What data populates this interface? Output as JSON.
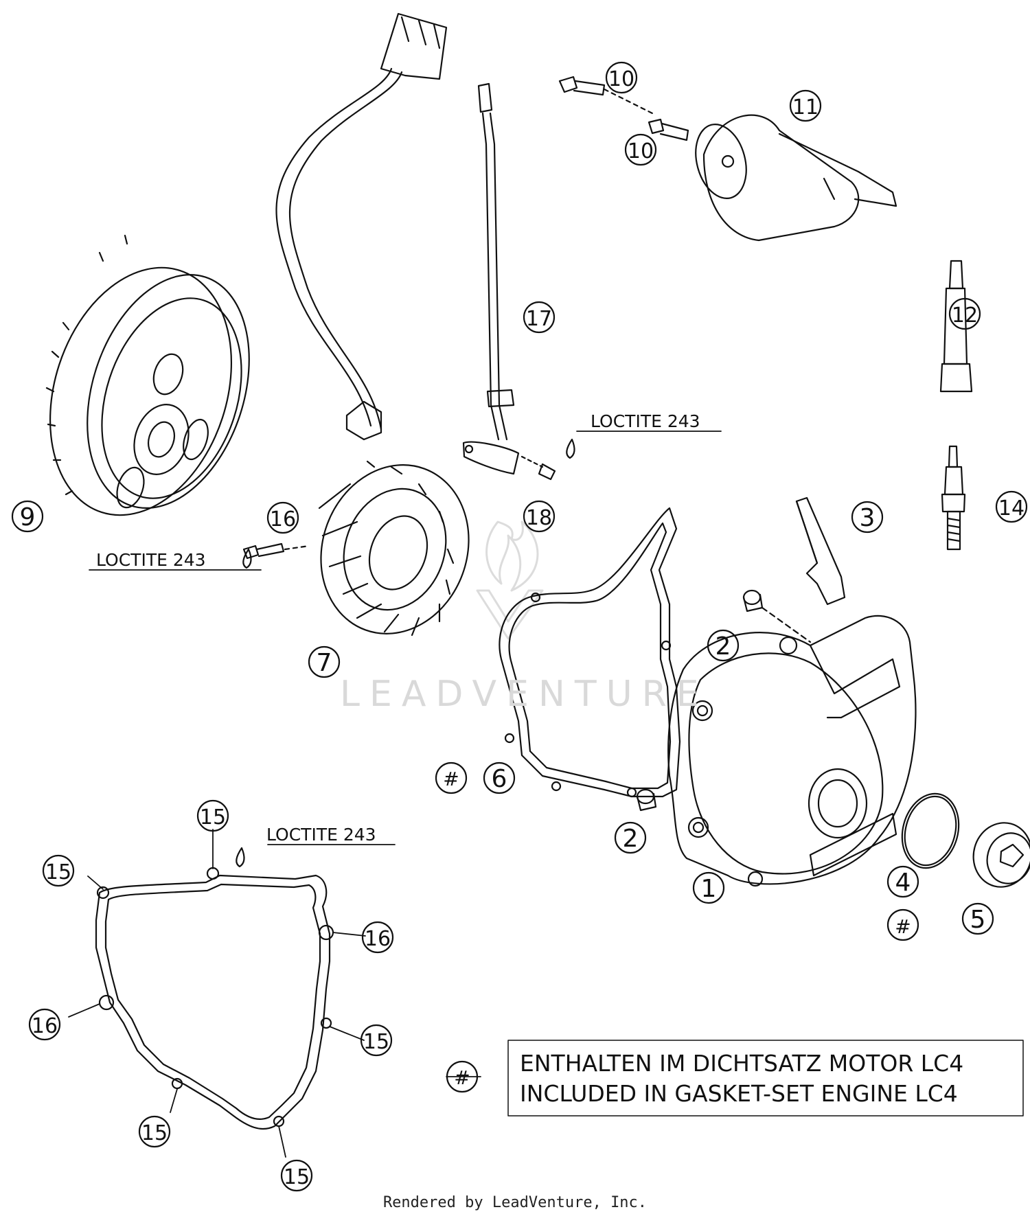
{
  "callouts": {
    "c1": "1",
    "c2a": "2",
    "c2b": "2",
    "c3": "3",
    "c4": "4",
    "c4hash": "#",
    "c5": "5",
    "c6": "6",
    "c6hash": "#",
    "c7": "7",
    "c9": "9",
    "c10a": "10",
    "c10b": "10",
    "c11": "11",
    "c12": "12",
    "c14": "14",
    "c15a": "15",
    "c15b": "15",
    "c15c": "15",
    "c15d": "15",
    "c15e": "15",
    "c16a": "16",
    "c16b": "16",
    "c16c": "16",
    "c17": "17",
    "c18": "18"
  },
  "notes": {
    "loctite_a": "LOCTITE 243",
    "loctite_b": "LOCTITE 243",
    "loctite_c": "LOCTITE 243"
  },
  "legend": {
    "symbol": "#",
    "line1": "ENTHALTEN IM DICHTSATZ MOTOR LC4",
    "line2": "INCLUDED IN GASKET-SET ENGINE LC4"
  },
  "watermark": "LEADVENTURE",
  "footer": "Rendered by LeadVenture, Inc.",
  "colors": {
    "line": "#111111",
    "watermark": "#d9d9d9"
  }
}
